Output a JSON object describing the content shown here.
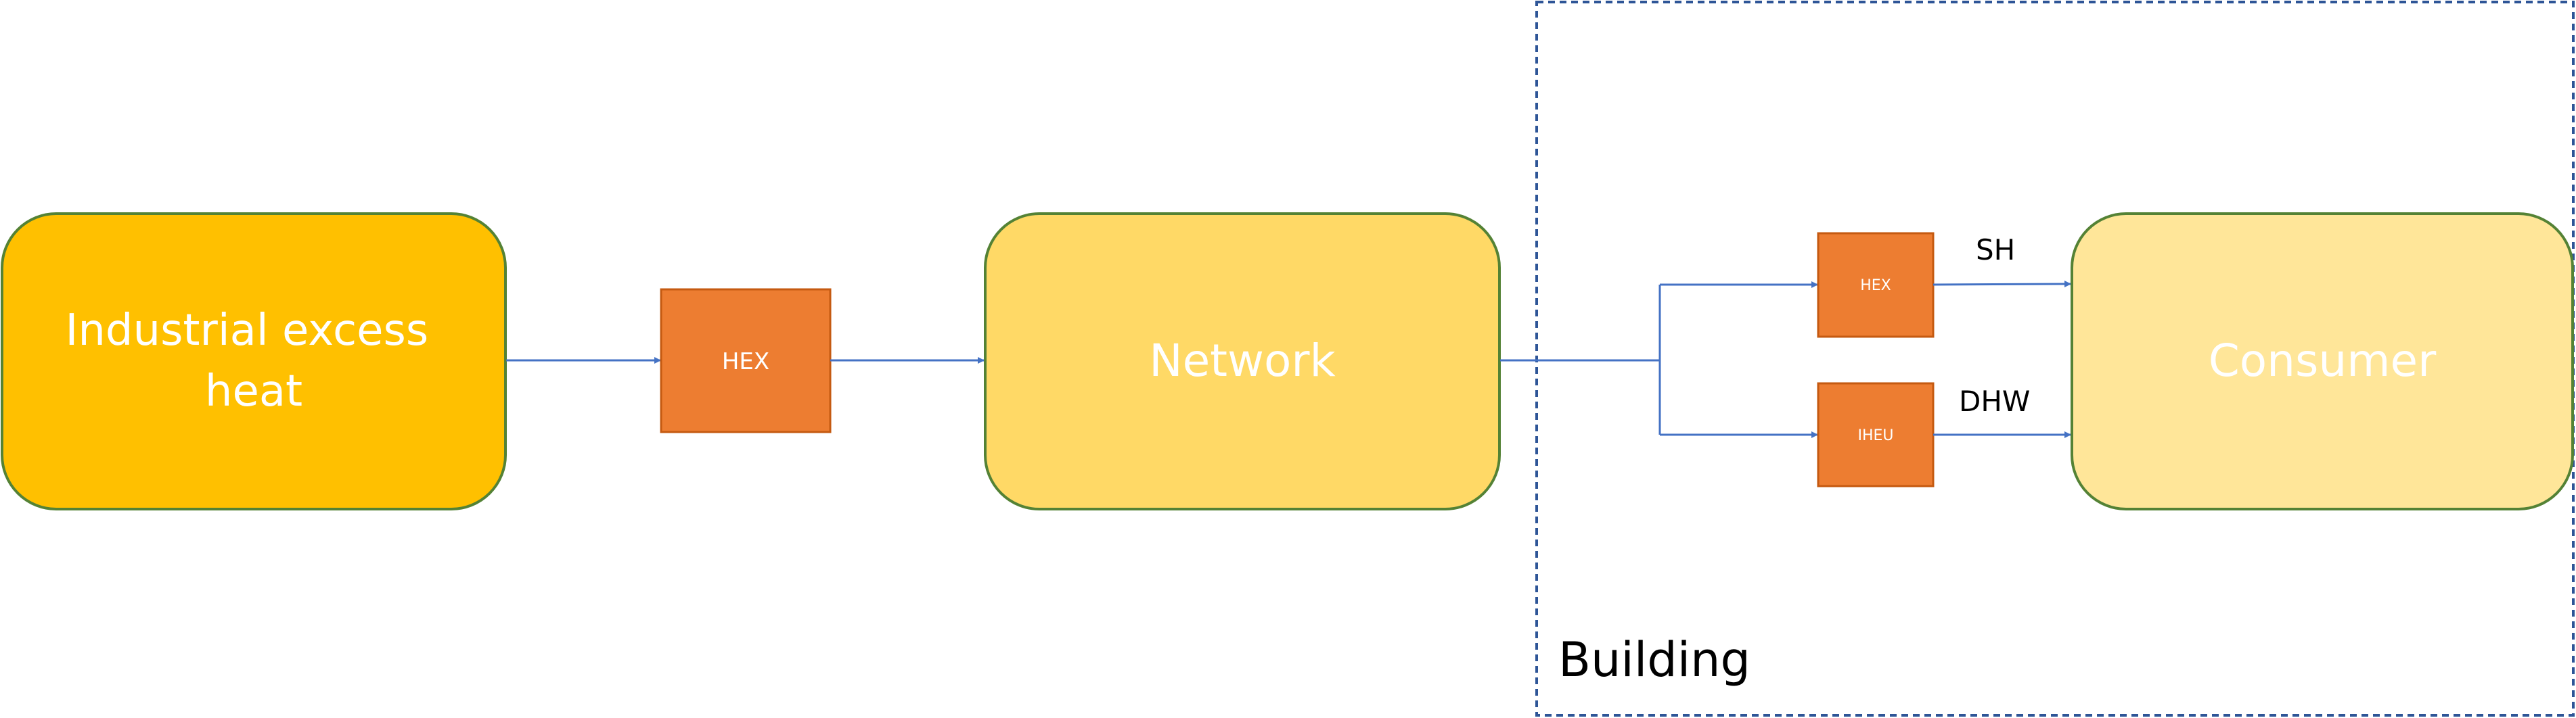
{
  "diagram": {
    "source": {
      "line1": "Industrial excess",
      "line2": "heat"
    },
    "hex_main": "HEX",
    "network": "Network",
    "hex_sh": "HEX",
    "iheu": "IHEU",
    "consumer": "Consumer",
    "sh_label": "SH",
    "dhw_label": "DHW",
    "building_label": "Building"
  },
  "colors": {
    "source_fill": "#FFC000",
    "network_fill": "#FFD966",
    "consumer_fill": "#FFE699",
    "hex_fill": "#ED7D31",
    "hex_stroke": "#C55A11",
    "node_stroke": "#548235",
    "arrow": "#4472C4",
    "building_border": "#2E5597"
  }
}
